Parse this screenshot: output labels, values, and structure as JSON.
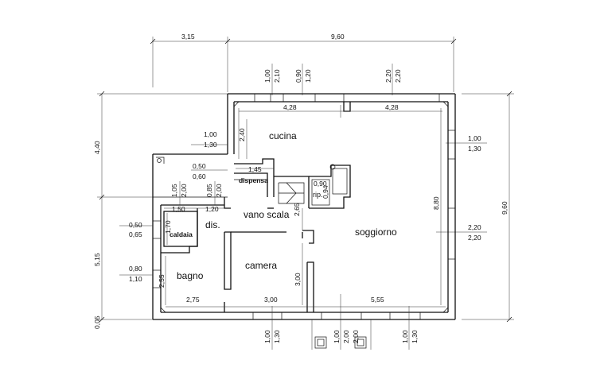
{
  "rooms": {
    "cucina": "cucina",
    "dispensa": "dispensa",
    "vano_scala": "vano scala",
    "soggiorno": "soggiorno",
    "camera": "camera",
    "bagno": "bagno",
    "dis": "dis.",
    "caldaia": "caldaia",
    "rip": "rip."
  },
  "dimensions": {
    "top_left": "3,15",
    "top_right": "9,60",
    "left_upper": "4,40",
    "left_lower": "5,15",
    "left_small": "0,05",
    "right_total": "9,60",
    "top_win1_a": "1,00",
    "top_win1_b": "2,10",
    "top_win2_a": "0,90",
    "top_win2_b": "1,20",
    "top_win3_a": "2,20",
    "top_win3_b": "2,20",
    "cucina_w1": "4,28",
    "cucina_w2": "4,28",
    "cucina_h": "2,40",
    "win_left1_a": "1,00",
    "win_left1_b": "1,30",
    "win_left2_a": "0,50",
    "win_left2_b": "0,60",
    "dispensa_w": "1,45",
    "win_right1_a": "1,00",
    "win_right1_b": "1,30",
    "corr_h1": "1,05",
    "corr_h2": "2,00",
    "corr_h3": "0,85",
    "corr_h4": "2,00",
    "rip_w": "0,90",
    "rip_h": "0,94",
    "stair_h": "2,65",
    "soggiorno_h": "8,80",
    "caldaia_w": "1,50",
    "caldaia_h": "1,70",
    "dis_w": "1,20",
    "win_right2_a": "2,20",
    "win_right2_b": "2,20",
    "win_left3_a": "0,50",
    "win_left3_b": "0,65",
    "win_left4_a": "0,80",
    "win_left4_b": "1,10",
    "bagno_h": "2,55",
    "camera_h": "3,00",
    "bottom_w1": "2,75",
    "bottom_w2": "3,00",
    "bottom_w3": "5,55",
    "bot_win1_a": "1,00",
    "bot_win1_b": "1,30",
    "bot_door_a": "1,00",
    "bot_door_b": "2,00",
    "bot_door_c": "2,00",
    "bot_win2_a": "1,00",
    "bot_win2_b": "1,30"
  }
}
